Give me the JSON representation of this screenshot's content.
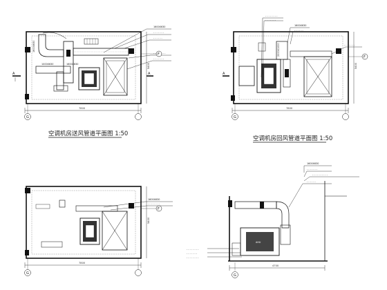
{
  "drawing": {
    "plan_1": {
      "title": "空调机房送风管道平面图 1:50",
      "section_mark": "A",
      "axis_a": "A",
      "axis_b": "F",
      "axis_bottom": "G",
      "width_dim": "7800",
      "height_dim": "5400",
      "duct_labels": [
        "1600X630",
        "1600X630",
        "1000X630"
      ]
    },
    "plan_2": {
      "title": "空调机房回风管道平面图 1:50",
      "axis_a": "A",
      "axis_b": "F",
      "axis_bottom": "G",
      "width_dim": "7800",
      "height_dim": "5400",
      "duct_labels": [
        "2000X1000",
        "1600X630"
      ]
    },
    "plan_3": {
      "axis_a": "F",
      "axis_bottom": "G",
      "width_dim": "7800",
      "height_dim": "5400",
      "duct_labels": [
        "1600X630"
      ]
    },
    "section": {
      "axis_bottom": "G",
      "width_dim": "4700",
      "unit_label": "AHU",
      "duct_labels": [
        "1600X630"
      ]
    }
  }
}
